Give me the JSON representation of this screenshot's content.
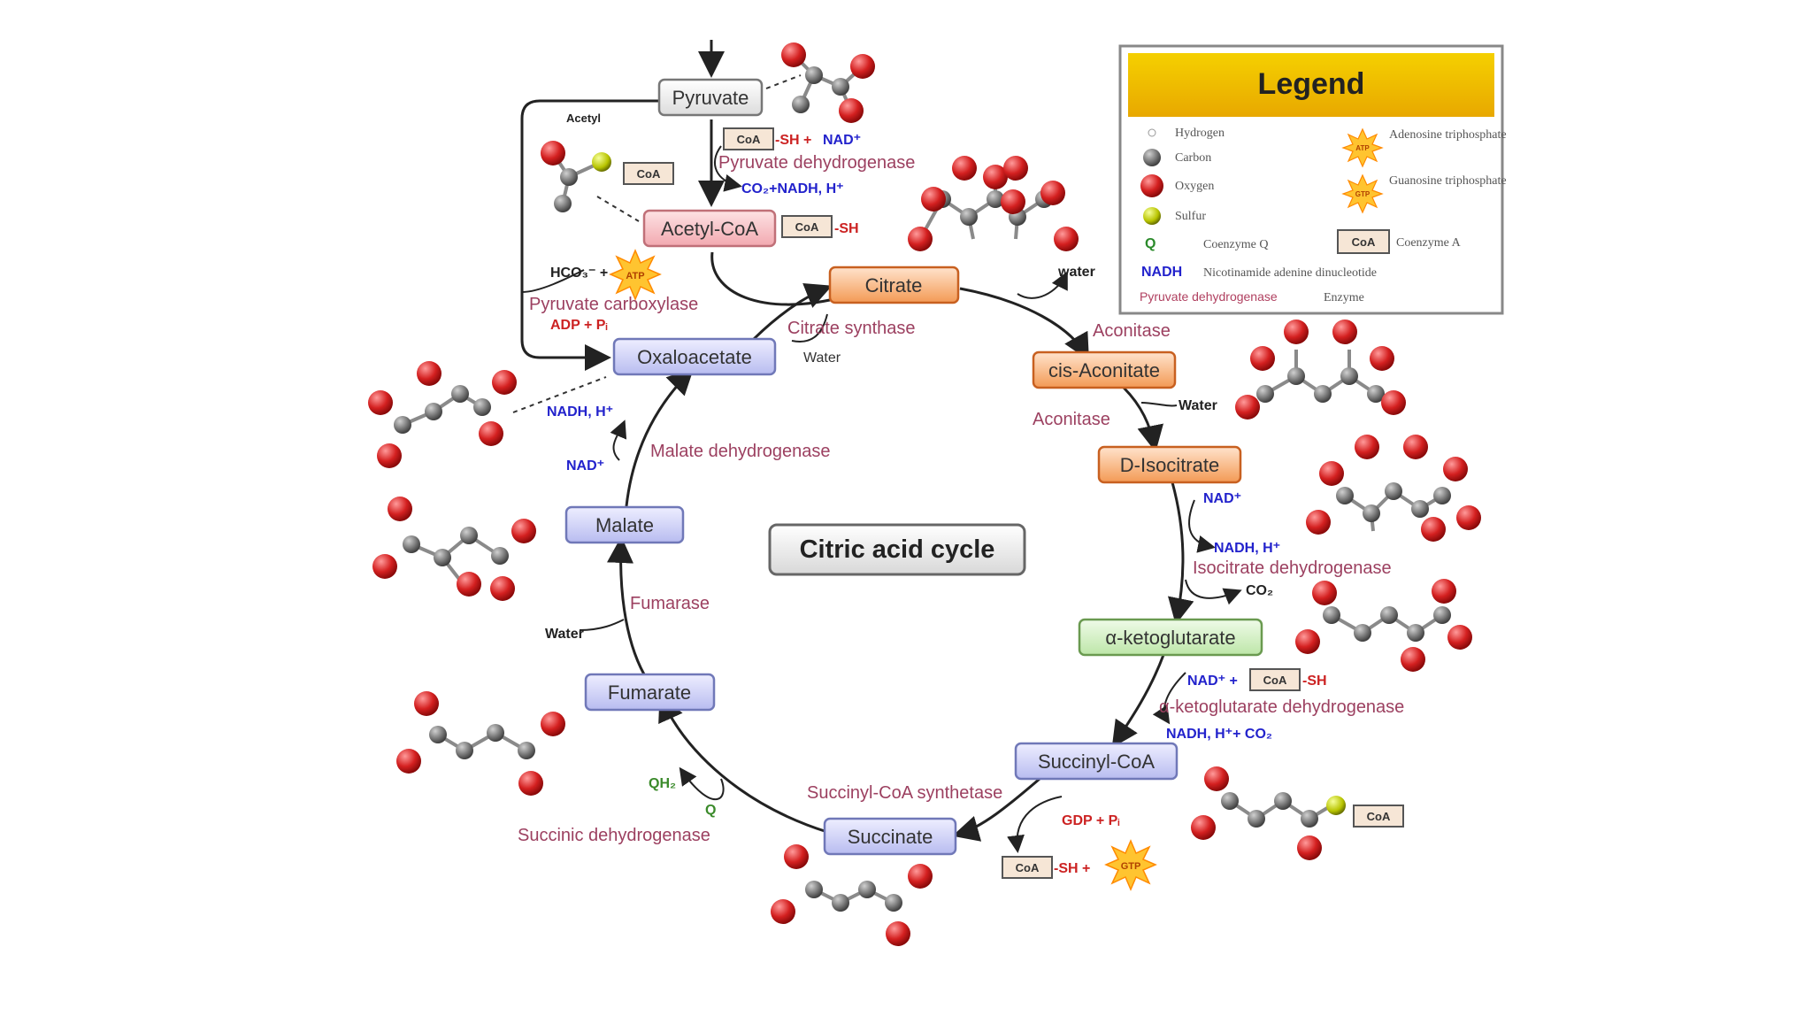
{
  "title": "Citric acid cycle",
  "legend": {
    "title": "Legend",
    "items": [
      {
        "label": "Hydrogen",
        "icon": "hydrogen-atom-icon"
      },
      {
        "label": "Carbon",
        "icon": "carbon-atom-icon"
      },
      {
        "label": "Oxygen",
        "icon": "oxygen-atom-icon"
      },
      {
        "label": "Sulfur",
        "icon": "sulfur-atom-icon"
      },
      {
        "label": "Coenzyme Q",
        "icon": "coenzyme-q-symbol"
      },
      {
        "label": "Nicotinamide adenine dinucleotide",
        "icon": "nadh-symbol"
      },
      {
        "label": "Enzyme",
        "icon": "enzyme-text-sample"
      },
      {
        "label": "Adenosine triphosphate",
        "icon": "atp-icon"
      },
      {
        "label": "Guanosine triphosphate",
        "icon": "gtp-icon"
      },
      {
        "label": "Coenzyme A",
        "icon": "coa-box-icon"
      }
    ],
    "symbols": {
      "q": "Q",
      "nadh": "NADH",
      "enzyme_sample": "Pyruvate dehydrogenase",
      "coa": "CoA",
      "atp": "ATP",
      "gtp": "GTP"
    }
  },
  "nodes": {
    "pyruvate": "Pyruvate",
    "acetyl_coa": "Acetyl-CoA",
    "citrate": "Citrate",
    "cis_aconitate": "cis-Aconitate",
    "d_isocitrate": "D-Isocitrate",
    "a_ketoglutarate": "α-ketoglutarate",
    "succinyl_coa": "Succinyl-CoA",
    "succinate": "Succinate",
    "fumarate": "Fumarate",
    "malate": "Malate",
    "oxaloacetate": "Oxaloacetate"
  },
  "enzymes": {
    "pyruvate_dehydrogenase": "Pyruvate dehydrogenase",
    "pyruvate_carboxylase": "Pyruvate carboxylase",
    "citrate_synthase": "Citrate synthase",
    "aconitase_1": "Aconitase",
    "aconitase_2": "Aconitase",
    "isocitrate_dehydrogenase": "Isocitrate dehydrogenase",
    "a_ketoglutarate_dehydrogenase": "α-ketoglutarate dehydrogenase",
    "succinyl_coa_synthetase": "Succinyl-CoA synthetase",
    "succinic_dehydrogenase": "Succinic dehydrogenase",
    "fumarase": "Fumarase",
    "malate_dehydrogenase": "Malate dehydrogenase"
  },
  "cofactors": {
    "acetyl": "Acetyl",
    "coa": "CoA",
    "sh": "-SH",
    "sh_plus": "-SH +",
    "nad_plus": "NAD⁺",
    "co2_nadh": "CO₂+NADH, H⁺",
    "hco3": "HCO₃⁻ +",
    "atp": "ATP",
    "gtp": "GTP",
    "adp_pi": "ADP + Pᵢ",
    "water": "water",
    "water_cap": "Water",
    "nadh_h": "NADH, H⁺",
    "co2": "CO₂",
    "nad_plus_plus": "NAD⁺ +",
    "nadh_h_co2": "NADH, H⁺+ CO₂",
    "gdp_pi": "GDP + Pᵢ",
    "sh_plus2": "-SH +",
    "qh2": "QH₂",
    "q": "Q"
  },
  "colors": {
    "legend_header": "#f2c200",
    "enzyme_text": "#9c4060",
    "cofactor_blue": "#2222cc",
    "oxygen": "#d42020",
    "carbon": "#7a7a7a",
    "sulfur": "#b8c400",
    "atp": "#ffb020"
  }
}
